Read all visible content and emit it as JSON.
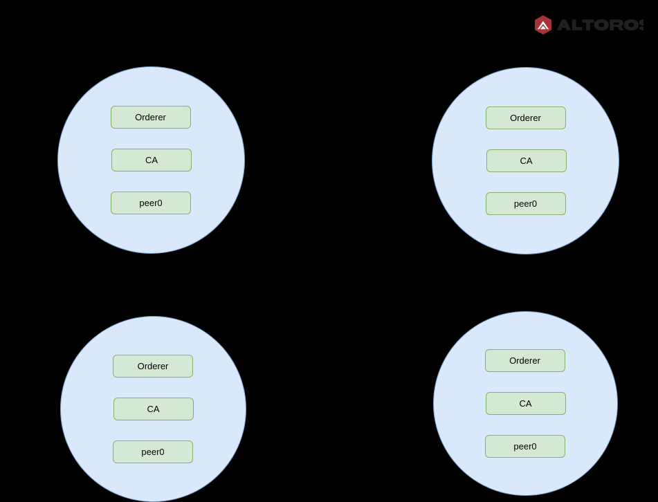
{
  "diagram": {
    "background_color": "#000000",
    "node_fill": "#dae8fc",
    "node_stroke": "#7a9ecb",
    "component_fill": "#d5e8d4",
    "component_stroke": "#82b366",
    "nodes": [
      {
        "id": "org-0",
        "position": "top-left",
        "components": [
          {
            "label": "Orderer"
          },
          {
            "label": "CA"
          },
          {
            "label": "peer0"
          }
        ]
      },
      {
        "id": "org-1",
        "position": "top-right",
        "components": [
          {
            "label": "Orderer"
          },
          {
            "label": "CA"
          },
          {
            "label": "peer0"
          }
        ]
      },
      {
        "id": "org-2",
        "position": "bottom-left",
        "components": [
          {
            "label": "Orderer"
          },
          {
            "label": "CA"
          },
          {
            "label": "peer0"
          }
        ]
      },
      {
        "id": "org-3",
        "position": "bottom-right",
        "components": [
          {
            "label": "Orderer"
          },
          {
            "label": "CA"
          },
          {
            "label": "peer0"
          }
        ]
      }
    ]
  },
  "branding": {
    "name": "ALTOROS",
    "trademark": "™",
    "mark_color": "#a83238",
    "mark_chevron_color": "#ffffff",
    "wordmark_color": "#231f20",
    "mark_icon": "altoros-hexagon-icon"
  }
}
